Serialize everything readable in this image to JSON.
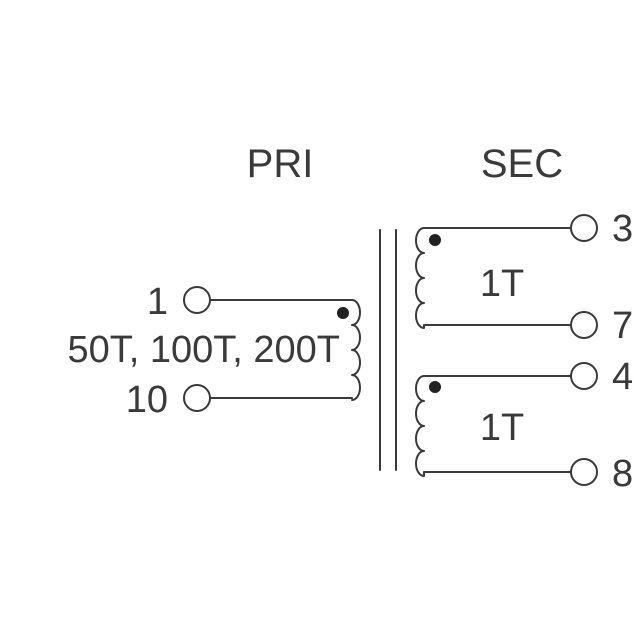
{
  "headers": {
    "primary": "PRI",
    "secondary": "SEC"
  },
  "primary": {
    "pin_top": "1",
    "pin_bottom": "10",
    "turns": "50T, 100T, 200T"
  },
  "secondary": [
    {
      "pin_top": "3",
      "pin_bottom": "7",
      "turns": "1T"
    },
    {
      "pin_top": "4",
      "pin_bottom": "8",
      "turns": "1T"
    }
  ],
  "colors": {
    "stroke": "#3a3a3a",
    "dot": "#222222",
    "background": "#ffffff"
  }
}
